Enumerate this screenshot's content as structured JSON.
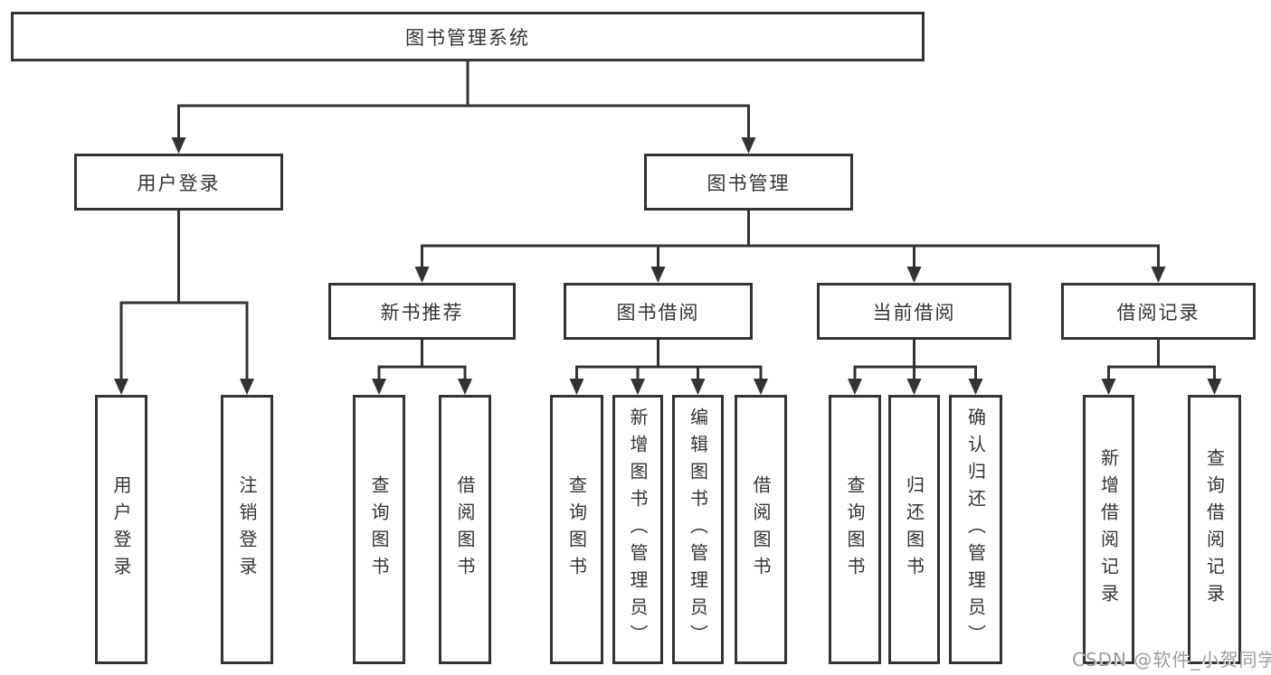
{
  "diagram": {
    "title": "图书管理系统",
    "nodes": [
      {
        "id": "root",
        "label": "图书管理系统",
        "parent": null
      },
      {
        "id": "user-login",
        "label": "用户登录",
        "parent": "root"
      },
      {
        "id": "book-management",
        "label": "图书管理",
        "parent": "root"
      },
      {
        "id": "new-book-recommend",
        "label": "新书推荐",
        "parent": "book-management"
      },
      {
        "id": "book-borrow",
        "label": "图书借阅",
        "parent": "book-management"
      },
      {
        "id": "current-borrow",
        "label": "当前借阅",
        "parent": "book-management"
      },
      {
        "id": "borrow-records",
        "label": "借阅记录",
        "parent": "book-management"
      },
      {
        "id": "leaf-user-login",
        "label": "用户登录",
        "parent": "user-login"
      },
      {
        "id": "leaf-logout",
        "label": "注销登录",
        "parent": "user-login"
      },
      {
        "id": "leaf-nb-query",
        "label": "查询图书",
        "parent": "new-book-recommend"
      },
      {
        "id": "leaf-nb-borrow",
        "label": "借阅图书",
        "parent": "new-book-recommend"
      },
      {
        "id": "leaf-bb-query",
        "label": "查询图书",
        "parent": "book-borrow"
      },
      {
        "id": "leaf-bb-add",
        "label": "新增图书（管理员）",
        "parent": "book-borrow"
      },
      {
        "id": "leaf-bb-edit",
        "label": "编辑图书（管理员）",
        "parent": "book-borrow"
      },
      {
        "id": "leaf-bb-borrow",
        "label": "借阅图书",
        "parent": "book-borrow"
      },
      {
        "id": "leaf-cb-query",
        "label": "查询图书",
        "parent": "current-borrow"
      },
      {
        "id": "leaf-cb-return",
        "label": "归还图书",
        "parent": "current-borrow"
      },
      {
        "id": "leaf-cb-confirm",
        "label": "确认归还（管理员）",
        "parent": "current-borrow"
      },
      {
        "id": "leaf-br-add",
        "label": "新增借阅记录",
        "parent": "borrow-records"
      },
      {
        "id": "leaf-br-query",
        "label": "查询借阅记录",
        "parent": "borrow-records"
      }
    ],
    "colors": {
      "line": "#333333",
      "box_border": "#333333",
      "text": "#333333",
      "background": "#ffffff",
      "watermark": "#9c9c9c"
    }
  },
  "watermark": "CSDN @软件_小贺同学"
}
